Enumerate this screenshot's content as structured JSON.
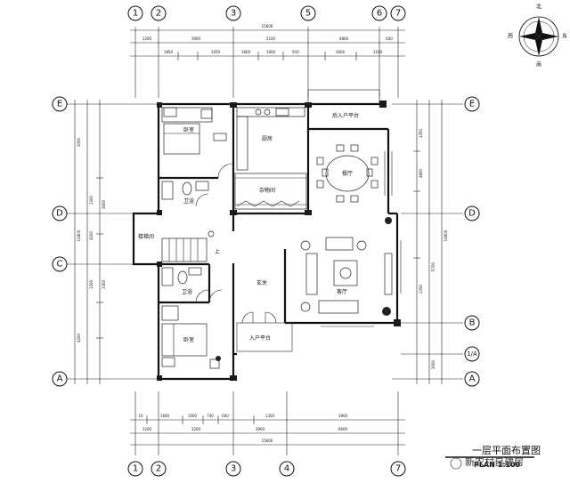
{
  "drawing": {
    "title_cn": "一层平面布置图",
    "title_en": "PLAN 1:100",
    "watermark": "新农村自建房"
  },
  "compass": {
    "north": "北",
    "south": "南",
    "east": "东",
    "west": "西"
  },
  "axes": {
    "top": [
      "1",
      "2",
      "3",
      "5",
      "6",
      "7"
    ],
    "bottom": [
      "1",
      "2",
      "3",
      "4",
      "7"
    ],
    "left": [
      "E",
      "D",
      "C",
      "A"
    ],
    "right": [
      "E",
      "D",
      "B",
      "1/A",
      "A"
    ]
  },
  "dims": {
    "top_total": "15600",
    "top_row1": [
      "1200",
      "3900",
      "5100",
      "4800",
      "600"
    ],
    "top_row2": [
      "1850",
      "1050",
      "1600",
      "1600",
      "910",
      "1600",
      "1100"
    ],
    "bottom_row1": [
      "10",
      "1600",
      "1000",
      "740",
      "600",
      "1350",
      "3900"
    ],
    "bottom_row2": [
      "1200",
      "3200",
      "3900",
      "6600"
    ],
    "bottom_total": "15600",
    "left_outer": [
      "3000",
      "12800",
      "4200"
    ],
    "left_inner": [
      "1300",
      "4200",
      "1200",
      "3600",
      "1300"
    ],
    "right_inner": [
      "1350",
      "4800",
      "1350"
    ],
    "right_outer": [
      "14800",
      "5700",
      "3000"
    ]
  },
  "rooms": {
    "bedroom_top": "卧室",
    "bedroom_bottom": "卧室",
    "kitchen": "厨房",
    "dining": "餐厅",
    "back_porch": "后入户平台",
    "storage": "杂物间",
    "bath_top": "卫浴",
    "bath_bottom": "卫浴",
    "stairwell": "楼梯间",
    "foyer": "玄关",
    "living": "客厅",
    "entry_porch": "入户平台",
    "stair_up": "上"
  }
}
